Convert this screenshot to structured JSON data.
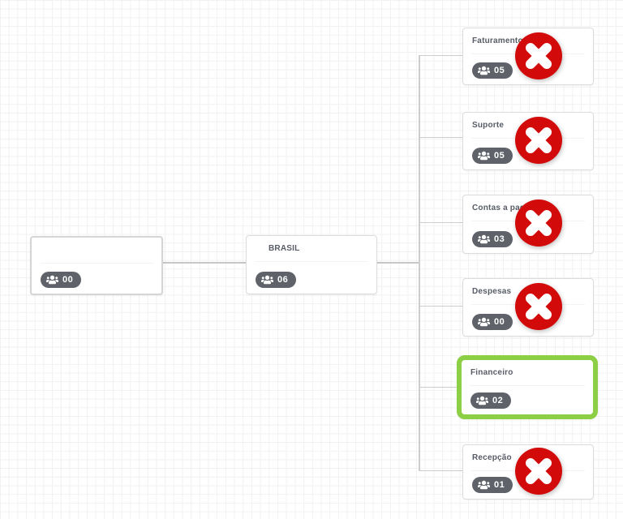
{
  "diagram": {
    "type": "organogram",
    "nodes": [
      {
        "id": "root",
        "title": "",
        "count": "00",
        "removable": false,
        "selected": false
      },
      {
        "id": "brasil",
        "title": "BRASIL",
        "count": "06",
        "removable": false,
        "selected": false
      },
      {
        "id": "faturamento",
        "title": "Faturamento",
        "count": "05",
        "removable": true,
        "selected": false
      },
      {
        "id": "suporte",
        "title": "Suporte",
        "count": "05",
        "removable": true,
        "selected": false
      },
      {
        "id": "contas-a-pagar",
        "title": "Contas a pagar",
        "count": "03",
        "removable": true,
        "selected": false
      },
      {
        "id": "despesas",
        "title": "Despesas",
        "count": "00",
        "removable": true,
        "selected": false
      },
      {
        "id": "financeiro",
        "title": "Financeiro",
        "count": "02",
        "removable": false,
        "selected": true
      },
      {
        "id": "recepcao",
        "title": "Recepção",
        "count": "01",
        "removable": true,
        "selected": false
      }
    ],
    "edges": [
      {
        "from": "root",
        "to": "brasil"
      },
      {
        "from": "brasil",
        "to": "faturamento"
      },
      {
        "from": "brasil",
        "to": "suporte"
      },
      {
        "from": "brasil",
        "to": "contas-a-pagar"
      },
      {
        "from": "brasil",
        "to": "despesas"
      },
      {
        "from": "brasil",
        "to": "financeiro"
      },
      {
        "from": "brasil",
        "to": "recepcao"
      }
    ]
  },
  "icons": {
    "members": "users-icon",
    "remove": "delete-x-icon"
  },
  "colors": {
    "delete_red": "#d20a0a",
    "selection_green": "#8ccf44",
    "badge_bg": "#5f6269",
    "connector": "#c6c6c6"
  }
}
